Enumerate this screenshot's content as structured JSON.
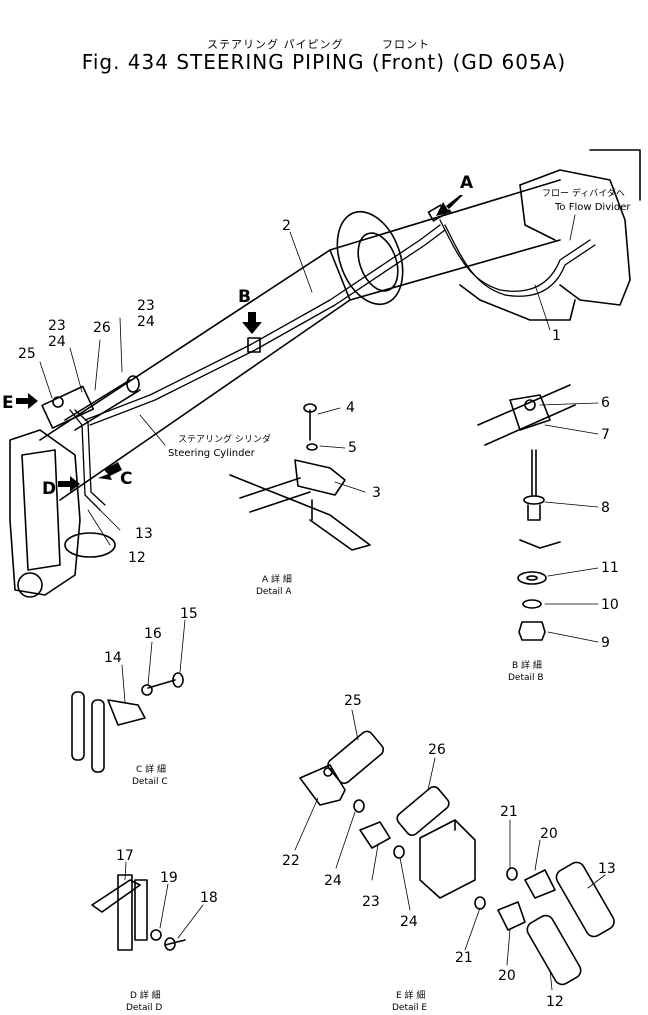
{
  "header": {
    "jp_title": "ステアリング パイピング",
    "jp_front": "フロント",
    "title": "Fig. 434 STEERING PIPING",
    "front": "Front",
    "model": "GD 605A"
  },
  "main": {
    "flow_jp": "フロー ディバイダへ",
    "flow_en": "To Flow Divider",
    "cyl_jp": "ステアリング シリンダ",
    "cyl_en": "Steering Cylinder",
    "arrows": [
      "A",
      "B",
      "C",
      "D",
      "E"
    ],
    "callouts": [
      "1",
      "2",
      "12",
      "13",
      "23",
      "24",
      "23",
      "24",
      "25",
      "26"
    ]
  },
  "details": [
    {
      "jp": "A 詳 細",
      "en": "Detail A",
      "parts": [
        "4",
        "5",
        "3"
      ]
    },
    {
      "jp": "B 詳 細",
      "en": "Detail B",
      "parts": [
        "6",
        "7",
        "8",
        "11",
        "10",
        "9"
      ]
    },
    {
      "jp": "C 詳 細",
      "en": "Detail C",
      "parts": [
        "14",
        "16",
        "15"
      ]
    },
    {
      "jp": "D 詳 細",
      "en": "Detail D",
      "parts": [
        "17",
        "19",
        "18"
      ]
    },
    {
      "jp": "E 詳 細",
      "en": "Detail E",
      "parts": [
        "25",
        "26",
        "22",
        "24",
        "23",
        "24",
        "21",
        "20",
        "13",
        "21",
        "20",
        "12"
      ]
    }
  ]
}
